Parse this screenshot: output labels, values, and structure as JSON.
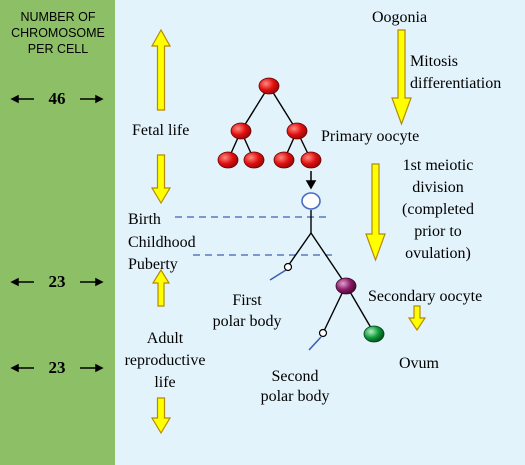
{
  "colors": {
    "left_panel": "#8dbf67",
    "right_panel": "#e3f3fb",
    "arrow_fill": "#ffff00",
    "arrow_stroke": "#b58a00",
    "red_cell": "#e0100f",
    "purple_cell": "#8b1a66",
    "green_cell": "#0f9a3a",
    "oocyte_outline": "#4a6cc4",
    "dashed_line": "#3e5fb3"
  },
  "left": {
    "header": "NUMBER OF CHROMOSOME PER CELL",
    "counts": [
      "46",
      "23",
      "23"
    ]
  },
  "timeline": {
    "fetal": "Fetal life",
    "birth": "Birth",
    "childhood": "Childhood",
    "puberty": "Puberty",
    "adult_line1": "Adult",
    "adult_line2": "reproductive",
    "adult_line3": "life"
  },
  "cells": {
    "oogonia": "Oogonia",
    "mitosis_line1": "Mitosis",
    "mitosis_line2": "differentiation",
    "primary_oocyte": "Primary oocyte",
    "meiosis_line1": "1st meiotic",
    "meiosis_line2": "division",
    "meiosis_line3": "(completed",
    "meiosis_line4": "prior to",
    "meiosis_line5": "ovulation)",
    "first_polar_line1": "First",
    "first_polar_line2": "polar body",
    "secondary_oocyte": "Secondary oocyte",
    "ovum": "Ovum",
    "second_polar_line1": "Second",
    "second_polar_line2": "polar body"
  }
}
